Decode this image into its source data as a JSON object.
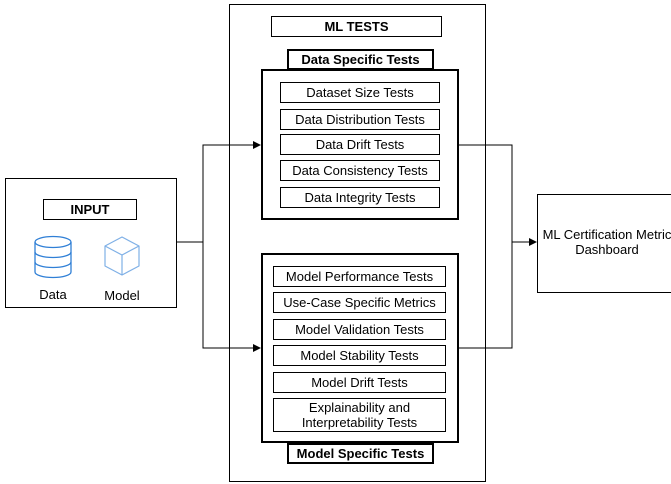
{
  "outer_title": "ML TESTS",
  "input": {
    "title": "INPUT",
    "items": [
      {
        "label": "Data",
        "icon": "database-icon"
      },
      {
        "label": "Model",
        "icon": "cube-icon"
      }
    ],
    "icon_color": "#2f7fd6"
  },
  "data_tests": {
    "title": "Data Specific Tests",
    "items": [
      "Dataset Size Tests",
      "Data Distribution Tests",
      "Data Drift Tests",
      "Data Consistency Tests",
      "Data Integrity Tests"
    ]
  },
  "model_tests": {
    "title": "Model Specific Tests",
    "items": [
      "Model Performance Tests",
      "Use-Case Specific Metrics",
      "Model Validation Tests",
      "Model Stability Tests",
      "Model Drift Tests",
      "Explainability and Interpretability Tests"
    ]
  },
  "output": {
    "line1": "ML Certification Metric",
    "line2": "Dashboard"
  }
}
